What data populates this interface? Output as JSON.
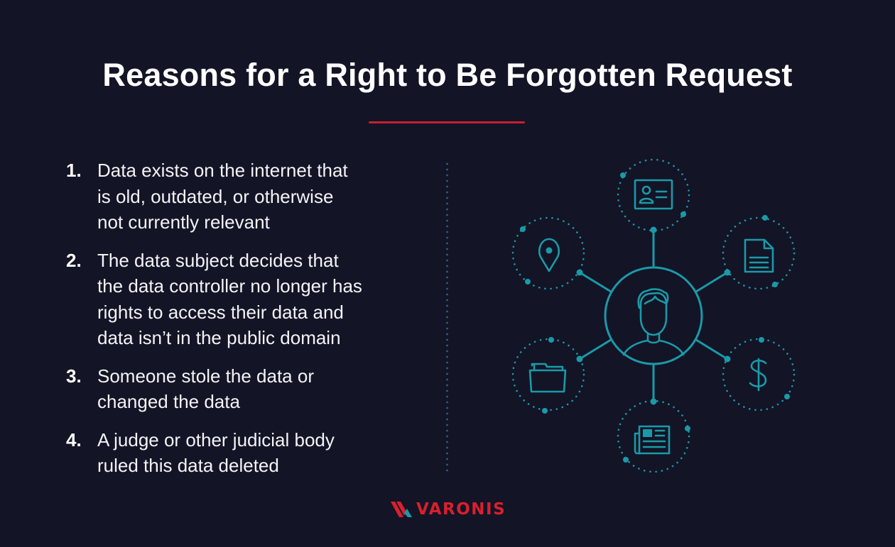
{
  "title": "Reasons for a Right to Be Forgotten Request",
  "reasons": [
    {
      "number": "1.",
      "text": "Data exists on the internet that\nis old, outdated, or otherwise\nnot currently relevant"
    },
    {
      "number": "2.",
      "text": "The data subject decides that\nthe data controller no longer has\nrights to access their data and\ndata isn’t in the public domain"
    },
    {
      "number": "3.",
      "text": "Someone stole the data or\nchanged the data"
    },
    {
      "number": "4.",
      "text": "A judge or other judicial body\nruled this data deleted"
    }
  ],
  "diagram": {
    "center_icon": "person-icon",
    "satellites": [
      "id-card-icon",
      "document-icon",
      "dollar-icon",
      "newspaper-icon",
      "folder-icon",
      "location-pin-icon"
    ]
  },
  "colors": {
    "background": "#131426",
    "accent_red": "#c8202f",
    "teal": "#1a9aa8",
    "text": "#ffffff"
  },
  "logo": {
    "text": "VARONIS"
  }
}
